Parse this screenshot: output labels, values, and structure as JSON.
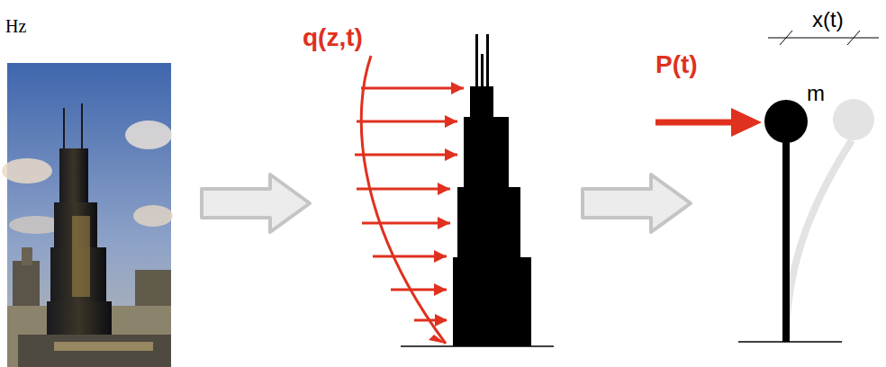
{
  "diagram": {
    "labels": [
      "Hz",
      "x(t)",
      "q(z,t)",
      "P(t)",
      "m"
    ]
  }
}
